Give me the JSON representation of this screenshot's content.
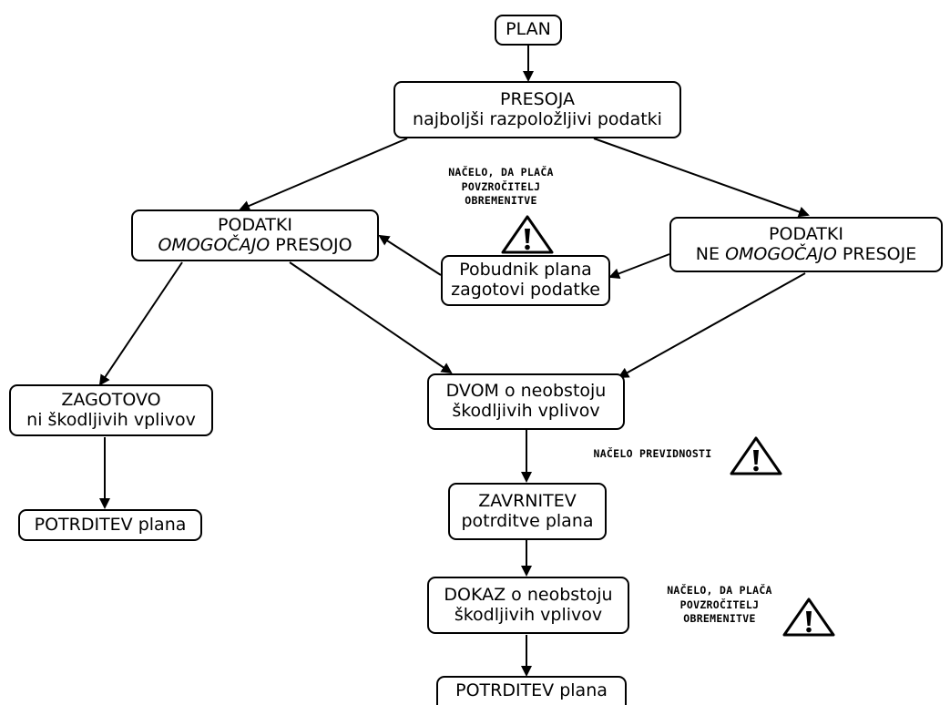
{
  "nodes": {
    "plan": {
      "line1": "PLAN"
    },
    "presoja": {
      "line1": "PRESOJA",
      "line2": "najboljši razpoložljivi podatki"
    },
    "podatki_omogocajo": {
      "line1": "PODATKI",
      "line2_pre": "",
      "line2_em": "OMOGOČAJO",
      "line2_post": " PRESOJO"
    },
    "podatki_ne_omogocajo": {
      "line1": "PODATKI",
      "line2_pre": "NE ",
      "line2_em": "OMOGOČAJO",
      "line2_post": " PRESOJE"
    },
    "pobudnik": {
      "line1": "Pobudnik plana",
      "line2": "zagotovi podatke"
    },
    "zagotovo": {
      "line1": "ZAGOTOVO",
      "line2": "ni škodljivih vplivov"
    },
    "potrditev_left": {
      "line1": "POTRDITEV plana"
    },
    "dvom": {
      "line1": "DVOM o neobstoju",
      "line2": "škodljivih vplivov"
    },
    "zavrnitev": {
      "line1": "ZAVRNITEV",
      "line2": "potrditve plana"
    },
    "dokaz": {
      "line1": "DOKAZ o neobstoju",
      "line2": "škodljivih vplivov"
    },
    "potrditev_bottom": {
      "line1": "POTRDITEV plana"
    }
  },
  "notes": {
    "povzrocitelj_top": {
      "line1": "NAČELO, DA PLAČA",
      "line2": "POVZROČITELJ",
      "line3": "OBREMENITVE",
      "icon": "warning-icon"
    },
    "previdnost": {
      "line1": "NAČELO PREVIDNOSTI",
      "icon": "warning-icon"
    },
    "povzrocitelj_bottom": {
      "line1": "NAČELO, DA PLAČA",
      "line2": "POVZROČITELJ",
      "line3": "OBREMENITVE",
      "icon": "warning-icon"
    }
  }
}
